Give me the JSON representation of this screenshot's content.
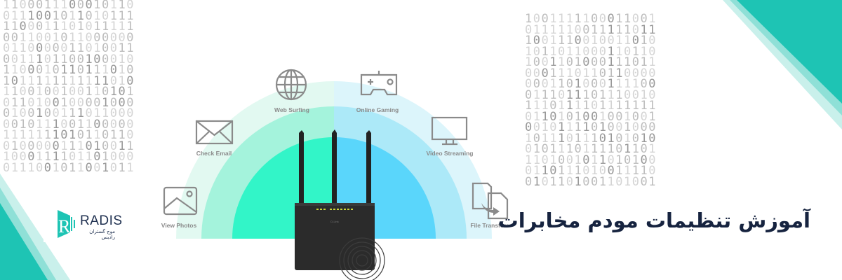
{
  "background": {
    "binary_left": [
      "1100011100010110",
      "0111001011010111",
      "1100011101011111",
      "0011001011000000",
      "0110000011010011",
      "0011101100100010",
      "1100010110111010",
      "1011111111111010",
      "1100100100110101",
      "0110100100001000",
      "0100100111011000",
      "0010111001100000",
      "1111111010110110",
      "0100000111010011",
      "1000111101101000",
      "0111001011001011"
    ],
    "binary_right": [
      "1001111100011001",
      "0111110011111011",
      "1001110010011010",
      "1011011000110110",
      "1001101000111011",
      "0001110110110000",
      "0001101000111100",
      "0111011101110010",
      "1110111101111111",
      "0110101001001001",
      "0010111101001000",
      "1011101110101010",
      "0101110111101101",
      "1101001011010100",
      "0110111010011110",
      "0101101001101001"
    ],
    "colors": {
      "teal": "#1ec4b4",
      "teal_light": "#8fe0d7",
      "green_inner": "#32f5c8",
      "green_mid": "#a4f3dc",
      "green_outer": "#e2f9f1",
      "blue_inner": "#5ad6fb",
      "blue_mid": "#ace9f8",
      "blue_outer": "#dcf5fb"
    }
  },
  "features": [
    {
      "label": "Web Surfing",
      "icon": "globe-icon"
    },
    {
      "label": "Online Gaming",
      "icon": "gamepad-icon"
    },
    {
      "label": "Check Email",
      "icon": "envelope-icon"
    },
    {
      "label": "Video Streaming",
      "icon": "monitor-icon"
    },
    {
      "label": "View Photos",
      "icon": "image-icon"
    },
    {
      "label": "File Transfers",
      "icon": "file-transfer-icon"
    }
  ],
  "router": {
    "brand": "D-Link"
  },
  "logo": {
    "name": "RADIS",
    "tagline": "موج گستران رادیس"
  },
  "title": "آموزش تنظیمات مودم مخابرات"
}
